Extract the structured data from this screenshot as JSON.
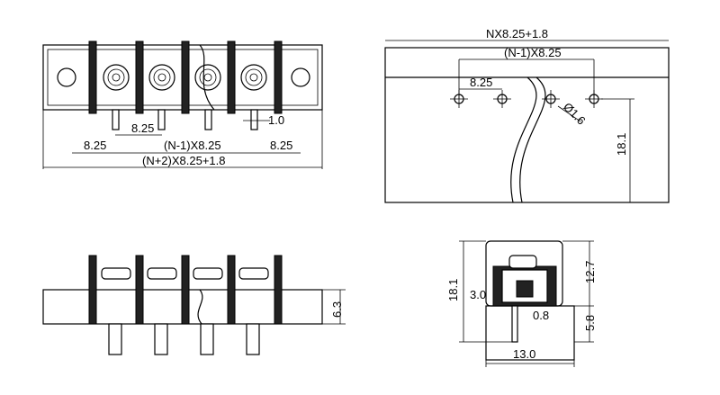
{
  "colors": {
    "line": "#000000",
    "background": "#ffffff",
    "barrier": "#222222"
  },
  "front_view": {
    "dim_pitch": "8.25",
    "dim_side_left": "8.25",
    "dim_middle": "(N-1)X8.25",
    "dim_side_right": "8.25",
    "dim_total": "(N+2)X8.25+1.8",
    "dim_pin": "1.0"
  },
  "pcb_layout": {
    "dim_total": "NX8.25+1.8",
    "dim_middle": "(N-1)X8.25",
    "dim_pitch": "8.25",
    "dim_hole": "Ø1.6",
    "dim_height": "18.1"
  },
  "side_view": {
    "dim_height": "6.3"
  },
  "end_view": {
    "dim_total_height": "18.1",
    "dim_body_height": "12.7",
    "dim_offset": "3.0",
    "dim_pin_width": "0.8",
    "dim_pin_length": "5.8",
    "dim_width": "13.0"
  }
}
